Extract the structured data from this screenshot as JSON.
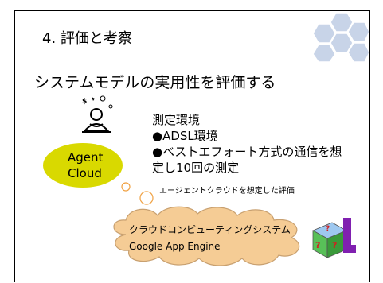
{
  "slide": {
    "heading": "4. 評価と考察",
    "subtitle": "システムモデルの実用性を評価する",
    "environment": {
      "title": "測定環境",
      "bullet1": "●ADSL環境",
      "bullet2_line1": "●ベストエフォート方式の通信を想",
      "bullet2_line2": "定し10回の測定"
    },
    "agent_cloud": {
      "line1": "Agent",
      "line2": "Cloud",
      "color": "#d9d900"
    },
    "thought_caption": "エージェントクラウドを想定した評価",
    "google_cloud": {
      "line1": "クラウドコンピューティングシステム",
      "line2": "Google App Engine",
      "color": "#f5cc95"
    },
    "icons": [
      "hexagon-pattern-icon",
      "thinking-person-icon",
      "puzzle-cube-icon"
    ]
  }
}
